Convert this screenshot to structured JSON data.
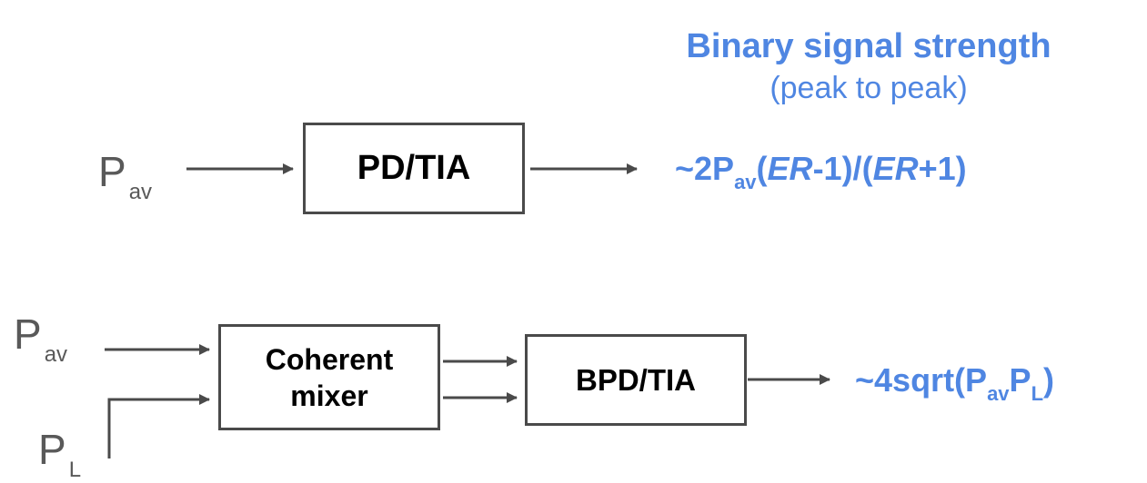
{
  "heading": {
    "title": "Binary signal strength",
    "subtitle": "(peak to peak)"
  },
  "top_path": {
    "input_base": "P",
    "input_sub": "av",
    "block_label": "PD/TIA",
    "result": {
      "prefix": "~2P",
      "sub": "av",
      "open": "(",
      "er1": "ER",
      "minus": "-1)/(",
      "er2": "ER",
      "plus": "+1)"
    }
  },
  "bottom_path": {
    "input1_base": "P",
    "input1_sub": "av",
    "input2_base": "P",
    "input2_sub": "L",
    "mixer_line1": "Coherent",
    "mixer_line2": "mixer",
    "block_label": "BPD/TIA",
    "result": {
      "prefix": "~4sqrt(P",
      "sub1": "av",
      "mid": "P",
      "sub2": "L",
      "suffix": ")"
    }
  },
  "colors": {
    "accent": "#4f86e2",
    "line": "#4a4a4a",
    "input_text": "#595959"
  }
}
